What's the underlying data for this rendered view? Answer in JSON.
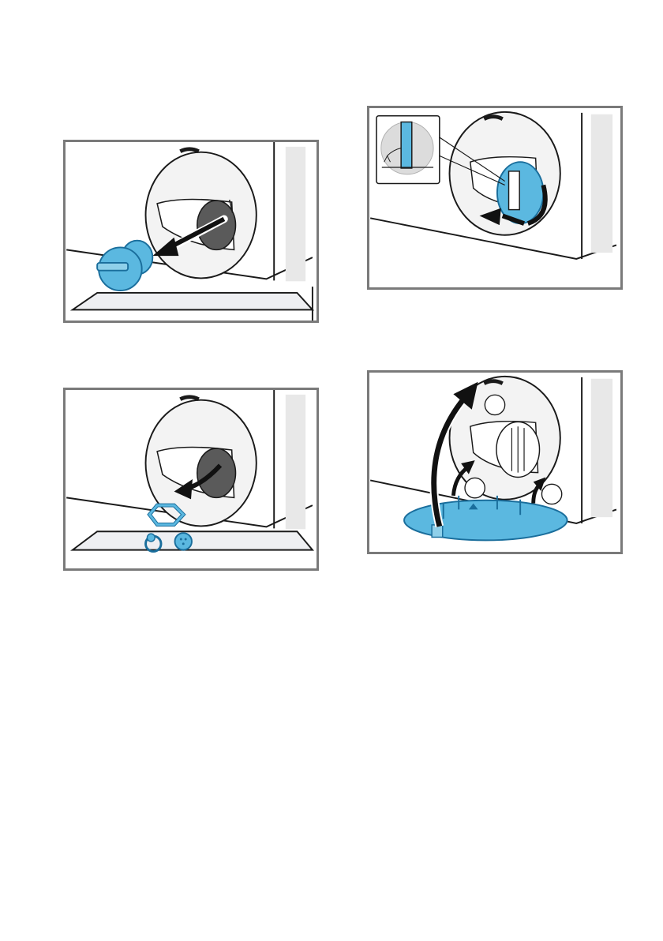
{
  "figures": [
    {
      "id": "p1",
      "illustration": "remove-pump-cap"
    },
    {
      "id": "p2",
      "illustration": "remove-seal-and-parts"
    },
    {
      "id": "p3",
      "illustration": "turn-pump-filter"
    },
    {
      "id": "p4",
      "illustration": "refit-pump-cover"
    }
  ],
  "colors": {
    "accent": "#5bb8e0",
    "accent_dark": "#1a6e9c",
    "line": "#1a1a1a",
    "shade": "#dcdcdc",
    "tray": "#eeeff2",
    "frame": "#7a7a7a"
  },
  "callouts": [
    "",
    "",
    ""
  ]
}
